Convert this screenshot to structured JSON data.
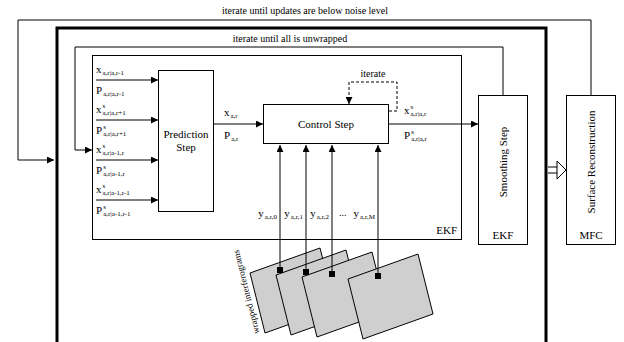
{
  "diagram": {
    "nodes": [
      {
        "text": [
          "EKF"
        ]
      },
      {
        "text": [
          "Prediction Step"
        ],
        "in": 0
      },
      {
        "text": [
          "Control Step"
        ],
        "in": 0
      },
      {
        "text": [
          "Smoothing Step",
          "EKF"
        ]
      },
      {
        "text": [
          "Surface Reconstruction",
          "MFC"
        ]
      }
    ],
    "edges": [
      {
        "from": 1,
        "to": 2,
        "arrow": "to"
      },
      {
        "from": 2,
        "to": 3,
        "arrow": "to"
      },
      {
        "from": 3,
        "to": 0,
        "label": "iterate until all is unwrapped",
        "arrow": "to"
      },
      {
        "from": 2,
        "to": 2,
        "label": "iterate",
        "arrow": "to"
      }
    ],
    "labels": [
      "iterate until updates are below noise level",
      "x",
      "a,r|a,r-1",
      "P",
      "a,r|a,r-1",
      "x",
      "s",
      "a,r|a,r+1",
      "P",
      "s",
      "a,r|a,r+1",
      "x",
      "s",
      "a,r|a-1,r",
      "P",
      "s",
      "a,r|a-1,r",
      "x",
      "s",
      "a,r|a-1,r-1",
      "P",
      "s",
      "a,r|a-1,r-1",
      "x",
      "a,r",
      "P",
      "a,r",
      "x",
      "s",
      "a,r|a,r",
      "P",
      "s",
      "a,r|a,r",
      "y",
      "a,r,0",
      "y",
      "a,r,1",
      "y",
      "a,r,2",
      "...",
      "y",
      "a,r,M",
      "wrapped interferograms"
    ]
  }
}
